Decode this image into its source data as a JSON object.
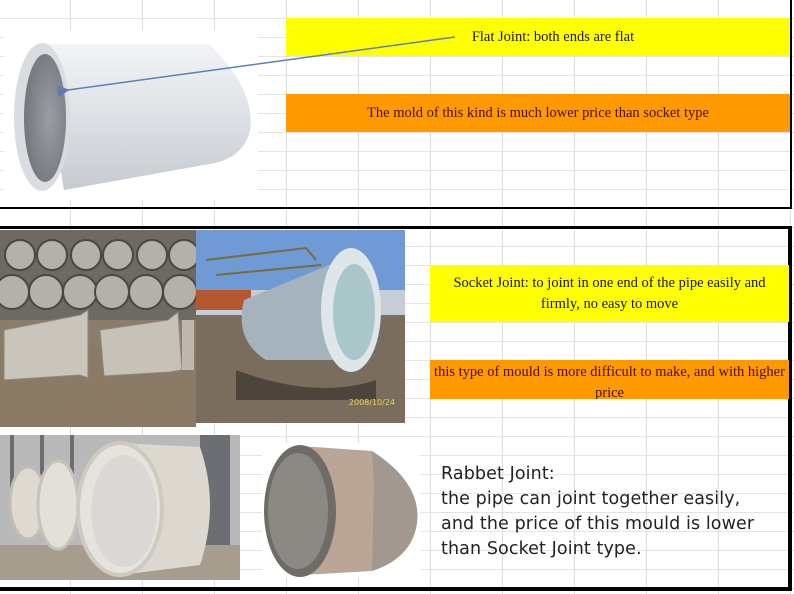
{
  "sections": {
    "flat_joint": {
      "title": "Flat Joint: both ends are flat",
      "note": "The mold of this kind is much lower price than socket type",
      "image_alt": "concrete-pipe-flat-joint"
    },
    "socket_joint": {
      "title_line1": "Socket Joint: to joint in one end of the pipe easily and",
      "title_line2": "firmly, no easy to move",
      "note_line1": "this type of mould is more difficult to make, and with higher",
      "note_line2": "price",
      "photo_date_stamp": "2008/10/24",
      "image_alt_1": "stacked-socket-pipes",
      "image_alt_2": "large-socket-pipe-on-site"
    },
    "rabbet_joint": {
      "lines": [
        "Rabbet Joint:",
        "the pipe can joint together easily,",
        "and the price of this mould is lower",
        "than Socket Joint type."
      ],
      "image_alt_1": "rabbet-pipes-in-factory",
      "image_alt_2": "single-rabbet-pipe"
    }
  },
  "colors": {
    "highlight_yellow": "#ffff00",
    "highlight_orange": "#ff9900",
    "arrow": "#5b7fb5",
    "frame": "#000000",
    "gridline": "#dcdcdc"
  }
}
